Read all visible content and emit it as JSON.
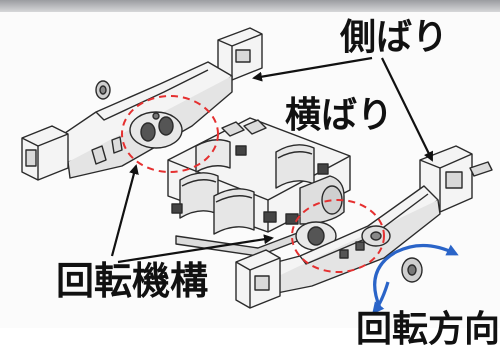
{
  "labels": {
    "side_beam": "側ばり",
    "cross_beam": "横ばり",
    "rotation_mechanism": "回転機構",
    "rotation_direction": "回転方向"
  },
  "colors": {
    "line": "#2b2b2b",
    "casting": "#f4f4f4",
    "shade": "#d9d9d9",
    "highlight_ring": "#e53030",
    "direction_arrow": "#2a64c8",
    "label_text": "#111111"
  }
}
